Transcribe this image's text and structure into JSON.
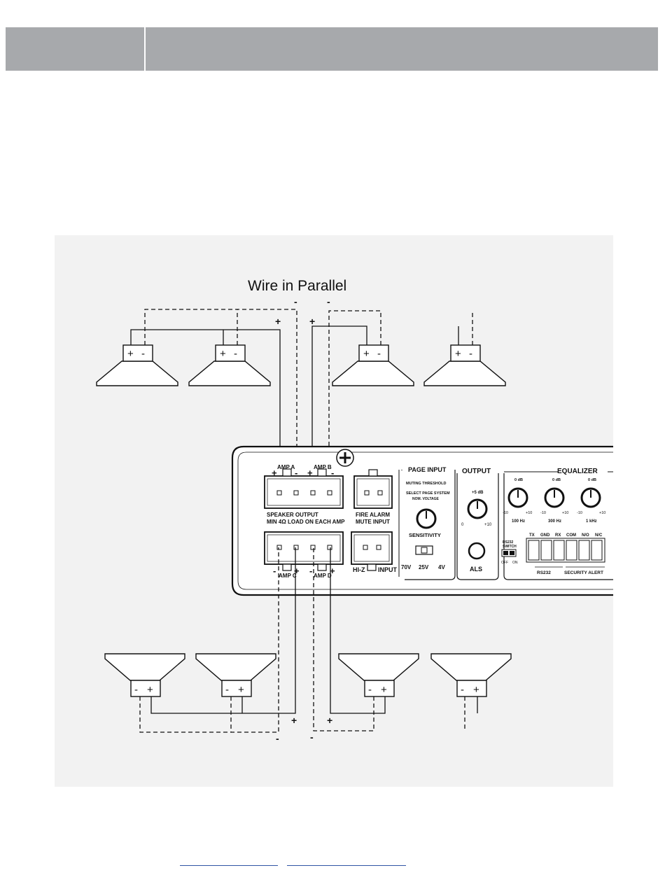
{
  "header": {
    "left_cell": "",
    "right_cell": ""
  },
  "diagram": {
    "title": "Wire in Parallel",
    "speaker_terminals": {
      "plus": "+",
      "minus": "-"
    },
    "panel": {
      "amp_a": "AMP A",
      "amp_b": "AMP B",
      "amp_c": "AMP C",
      "amp_d": "AMP D",
      "speaker_output": "SPEAKER OUTPUT",
      "min_load": "MIN 4Ω LOAD ON EACH AMP",
      "fire_alarm": "FIRE ALARM",
      "mute_input": "MUTE INPUT",
      "hi_z": "HI-Z",
      "input": "INPUT",
      "page_input": "PAGE INPUT",
      "muting_threshold": "MUTING THRESHOLD",
      "select_page_system": "SELECT PAGE SYSTEM",
      "nom_voltage": "NOM. VOLTAGE",
      "sensitivity": "SENSITIVITY",
      "v70": "70V",
      "v25": "25V",
      "v4": "4V",
      "output": "OUTPUT",
      "plus_5db": "+5 dB",
      "zero": "0",
      "plus_10": "+10",
      "als": "ALS",
      "equalizer": "EQUALIZER",
      "zero_db": "0 dB",
      "minus_10": "-10",
      "f100": "100 Hz",
      "f300": "300 Hz",
      "f1k": "1 kHz",
      "rs232": "RS232",
      "switch": "SWITCH",
      "off": "OFF",
      "on": "ON",
      "tx": "TX",
      "gnd": "GND",
      "rx": "RX",
      "com": "COM",
      "no": "N/O",
      "nc": "N/C",
      "rs232_label": "RS232",
      "security_alert": "SECURITY ALERT"
    }
  },
  "footer": {
    "link_1": "",
    "link_2": ""
  }
}
